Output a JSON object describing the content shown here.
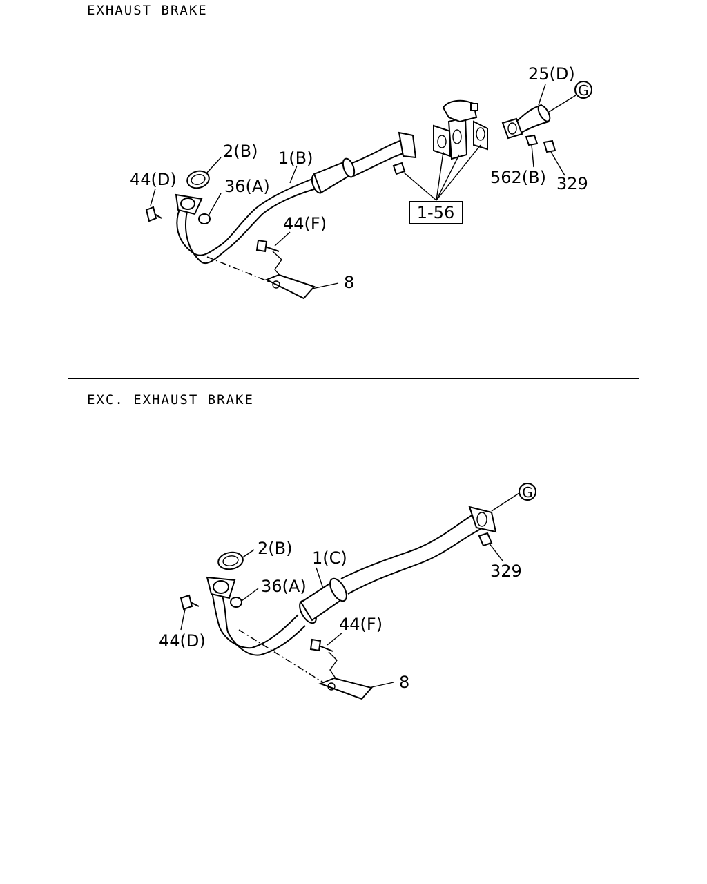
{
  "sections": [
    {
      "title": "EXHAUST  BRAKE",
      "labels": {
        "l25d": "25(D)",
        "lG": "G",
        "l2b": "2(B)",
        "l1b": "1(B)",
        "l44d": "44(D)",
        "l36a": "36(A)",
        "l562b": "562(B)",
        "l329": "329",
        "l156": "1-56",
        "l44f": "44(F)",
        "l8": "8"
      }
    },
    {
      "title": "EXC. EXHAUST  BRAKE",
      "labels": {
        "lG": "G",
        "l2b": "2(B)",
        "l1c": "1(C)",
        "l329": "329",
        "l36a": "36(A)",
        "l44f": "44(F)",
        "l44d": "44(D)",
        "l8": "8"
      }
    }
  ]
}
